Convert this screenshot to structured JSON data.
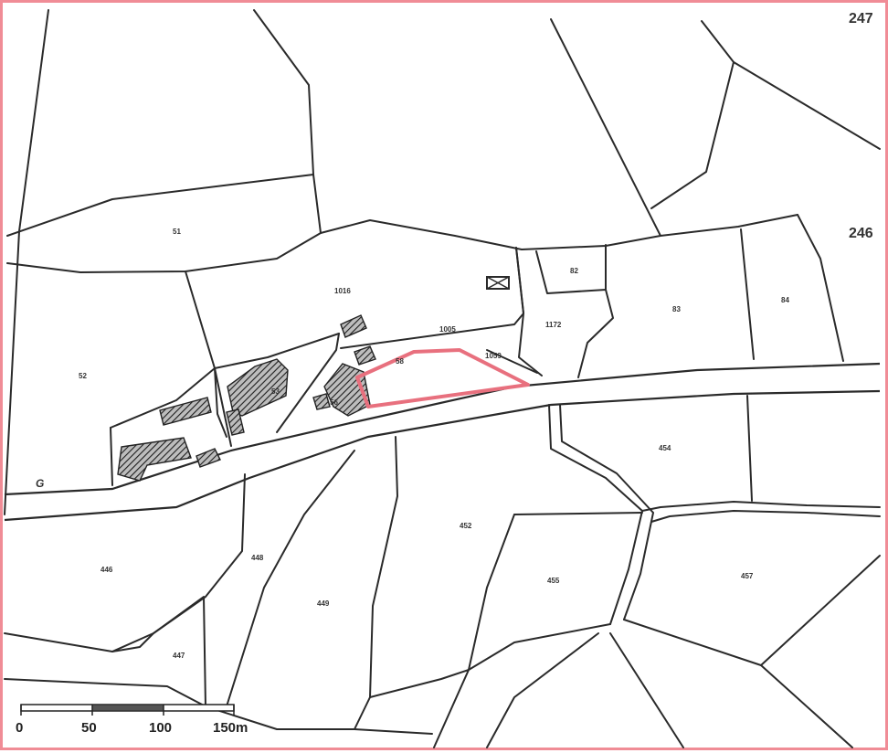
{
  "map": {
    "accent_color": "#f08c96",
    "highlight_color": "#e8707e",
    "sheet_numbers": {
      "main": "246",
      "corner_top": "247"
    },
    "road_label": "G",
    "parcels": [
      {
        "id": "p51",
        "label": "51"
      },
      {
        "id": "p52",
        "label": "52"
      },
      {
        "id": "p53",
        "label": "53"
      },
      {
        "id": "p1016",
        "label": "1016"
      },
      {
        "id": "p1005",
        "label": "1005"
      },
      {
        "id": "p1172",
        "label": "1172"
      },
      {
        "id": "p82",
        "label": "82"
      },
      {
        "id": "p83",
        "label": "83"
      },
      {
        "id": "p84",
        "label": "84"
      },
      {
        "id": "p1059",
        "label": "1059"
      },
      {
        "id": "p454",
        "label": "454"
      },
      {
        "id": "p446",
        "label": "446"
      },
      {
        "id": "p448",
        "label": "448"
      },
      {
        "id": "p449",
        "label": "449"
      },
      {
        "id": "p452",
        "label": "452"
      },
      {
        "id": "p455",
        "label": "455"
      },
      {
        "id": "p457",
        "label": "457"
      },
      {
        "id": "p447",
        "label": "447"
      },
      {
        "id": "p56",
        "label": "56"
      },
      {
        "id": "p58",
        "label": "58"
      }
    ],
    "scale_bar": {
      "labels": [
        "0",
        "50",
        "100",
        "150m"
      ]
    }
  }
}
